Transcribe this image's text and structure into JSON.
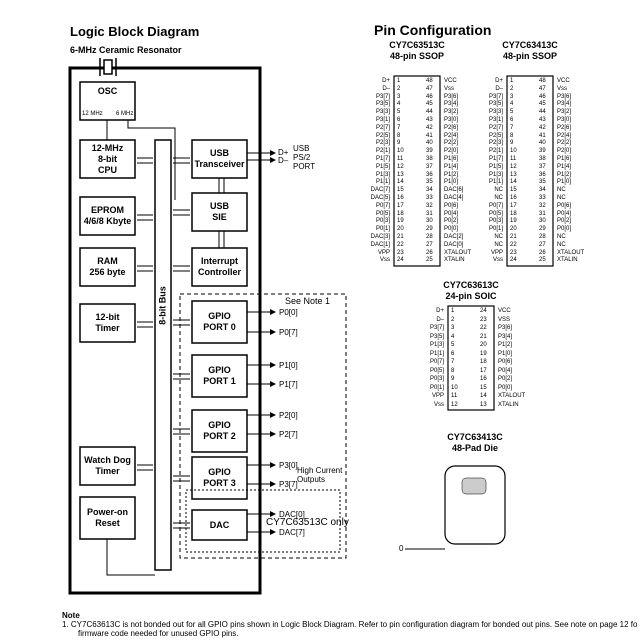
{
  "block_diagram": {
    "title": "Logic Block Diagram",
    "resonator": "6-MHz Ceramic Resonator",
    "osc": "OSC",
    "osc_12": "12 MHz",
    "osc_6": "6 MHz",
    "cpu": [
      "12-MHz",
      "8-bit",
      "CPU"
    ],
    "eprom": [
      "EPROM",
      "4/6/8 Kbyte"
    ],
    "ram": [
      "RAM",
      "256 byte"
    ],
    "timer": [
      "12-bit",
      "Timer"
    ],
    "watchdog": [
      "Watch Dog",
      "Timer"
    ],
    "reset": [
      "Power-on",
      "Reset"
    ],
    "bus": "8-bit Bus",
    "usb_transceiver": [
      "USB",
      "Transceiver"
    ],
    "usb_sie": [
      "USB",
      "SIE"
    ],
    "interrupt": [
      "Interrupt",
      "Controller"
    ],
    "gpio": [
      {
        "name": [
          "GPIO",
          "PORT 0"
        ],
        "pins": [
          "P0[0]",
          "P0[7]"
        ]
      },
      {
        "name": [
          "GPIO",
          "PORT 1"
        ],
        "pins": [
          "P1[0]",
          "P1[7]"
        ]
      },
      {
        "name": [
          "GPIO",
          "PORT 2"
        ],
        "pins": [
          "P2[0]",
          "P2[7]"
        ]
      },
      {
        "name": [
          "GPIO",
          "PORT 3"
        ],
        "pins": [
          "P3[0]",
          "P3[7]"
        ]
      }
    ],
    "dac": {
      "name": "DAC",
      "pins": [
        "DAC[0]",
        "DAC[7]"
      ]
    },
    "usb_signals": [
      "D+",
      "D–"
    ],
    "usb_label": [
      "USB",
      "PS/2",
      "PORT"
    ],
    "see_note": "See Note 1",
    "high_current": [
      "High Current",
      "Outputs"
    ],
    "c_only": "CY7C63513C only"
  },
  "pin_config": {
    "title": "Pin Configuration",
    "ssop_a": {
      "title": [
        "CY7C63513C",
        "48-pin SSOP"
      ],
      "left": [
        "D+",
        "D–",
        "P3[7]",
        "P3[5]",
        "P3[3]",
        "P3[1]",
        "P2[7]",
        "P2[5]",
        "P2[3]",
        "P2[1]",
        "P1[7]",
        "P1[5]",
        "P1[3]",
        "P1[1]",
        "DAC[7]",
        "DAC[5]",
        "P0[7]",
        "P0[5]",
        "P0[3]",
        "P0[1]",
        "DAC[3]",
        "DAC[1]",
        "VPP",
        "Vss"
      ],
      "right": [
        "VCC",
        "Vss",
        "P3[6]",
        "P3[4]",
        "P3[2]",
        "P3[0]",
        "P2[6]",
        "P2[4]",
        "P2[2]",
        "P2[0]",
        "P1[6]",
        "P1[4]",
        "P1[2]",
        "P1[0]",
        "DAC[6]",
        "DAC[4]",
        "P0[6]",
        "P0[4]",
        "P0[2]",
        "P0[0]",
        "DAC[2]",
        "DAC[0]",
        "XTALOUT",
        "XTALIN"
      ]
    },
    "ssop_b": {
      "title": [
        "CY7C63413C",
        "48-pin SSOP"
      ],
      "left": [
        "D+",
        "D–",
        "P3[7]",
        "P3[5]",
        "P3[3]",
        "P3[1]",
        "P2[7]",
        "P2[5]",
        "P2[3]",
        "P2[1]",
        "P1[7]",
        "P1[5]",
        "P1[3]",
        "P1[1]",
        "NC",
        "NC",
        "P0[7]",
        "P0[5]",
        "P0[3]",
        "P0[1]",
        "NC",
        "NC",
        "VPP",
        "Vss"
      ],
      "right": [
        "VCC",
        "Vss",
        "P3[6]",
        "P3[4]",
        "P3[2]",
        "P3[0]",
        "P2[6]",
        "P2[4]",
        "P2[2]",
        "P2[0]",
        "P1[6]",
        "P1[4]",
        "P1[2]",
        "P1[0]",
        "NC",
        "NC",
        "P0[6]",
        "P0[4]",
        "P0[2]",
        "P0[0]",
        "NC",
        "NC",
        "XTALOUT",
        "XTALIN"
      ]
    },
    "soic": {
      "title": [
        "CY7C63613C",
        "24-pin SOIC"
      ],
      "left": [
        "D+",
        "D–",
        "P3[7]",
        "P3[5]",
        "P1[3]",
        "P1[1]",
        "P0[7]",
        "P0[5]",
        "P0[3]",
        "P0[1]",
        "VPP",
        "Vss"
      ],
      "right": [
        "VCC",
        "VSS",
        "P3[6]",
        "P3[4]",
        "P1[2]",
        "P1[0]",
        "P0[6]",
        "P0[4]",
        "P0[2]",
        "P0[0]",
        "XTALOUT",
        "XTALIN"
      ]
    },
    "die": {
      "title": [
        "CY7C63413C",
        "48-Pad Die"
      ],
      "marker": "0"
    }
  },
  "note": {
    "heading": "Note",
    "text": "1.   CY7C63613C is not bonded out for all GPIO pins shown in Logic Block Diagram. Refer to pin configuration diagram for bonded out pins. See note on page 12 fo",
    "text2": "firmware code needed for unused GPIO pins."
  }
}
